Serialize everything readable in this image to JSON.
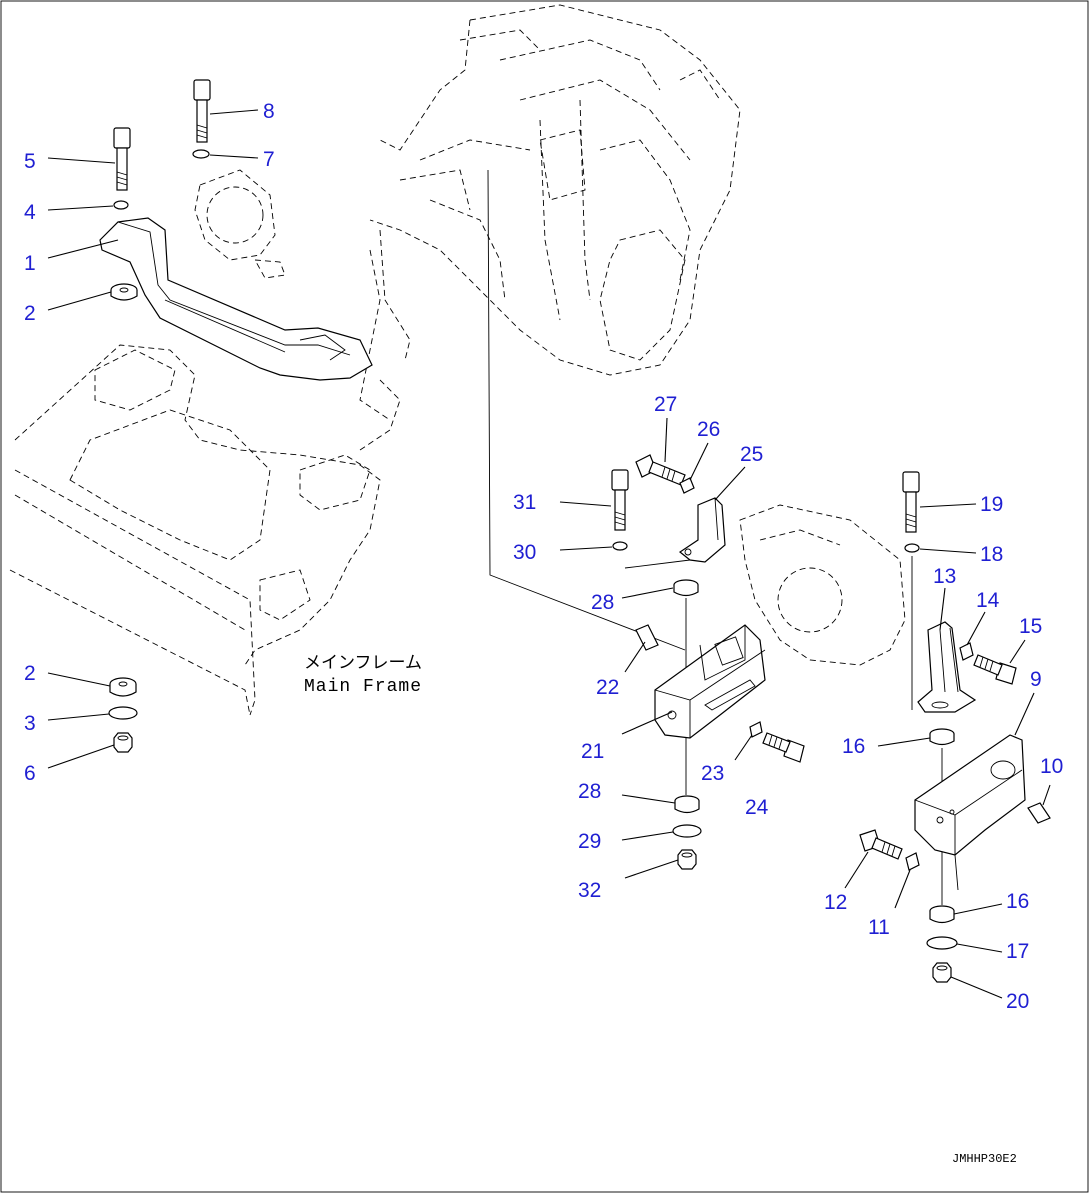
{
  "diagram": {
    "frame_label_jp": "メインフレーム",
    "frame_label_en": "Main Frame",
    "drawing_code": "JMHHP30E2",
    "part_numbers": {
      "p1": "1",
      "p2a": "2",
      "p2b": "2",
      "p3": "3",
      "p4": "4",
      "p5": "5",
      "p6": "6",
      "p7": "7",
      "p8": "8",
      "p9": "9",
      "p10": "10",
      "p11": "11",
      "p12": "12",
      "p13": "13",
      "p14": "14",
      "p15": "15",
      "p16a": "16",
      "p16b": "16",
      "p17": "17",
      "p18": "18",
      "p19": "19",
      "p20": "20",
      "p21": "21",
      "p22": "22",
      "p23": "23",
      "p24": "24",
      "p25": "25",
      "p26": "26",
      "p27": "27",
      "p28a": "28",
      "p28b": "28",
      "p29": "29",
      "p30": "30",
      "p31": "31",
      "p32": "32"
    }
  }
}
